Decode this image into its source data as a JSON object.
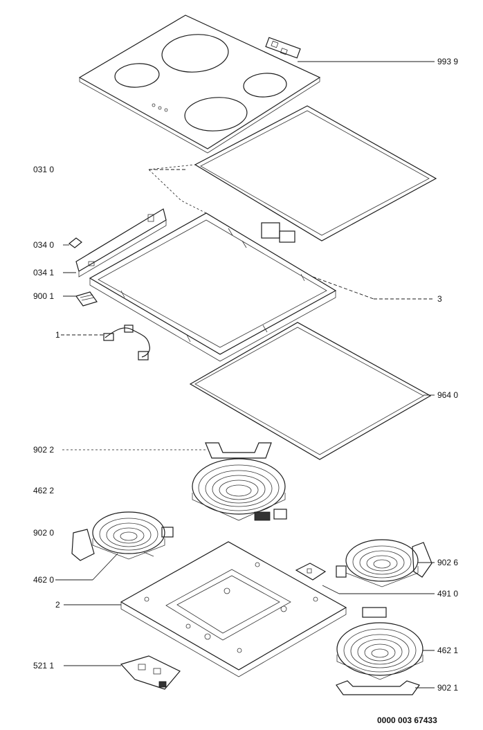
{
  "labels": {
    "l9939": "993 9",
    "l0310": "031 0",
    "l0340": "034 0",
    "l0341": "034 1",
    "l9001": "900 1",
    "l3": "3",
    "l1": "1",
    "l9640": "964 0",
    "l9022": "902 2",
    "l4622": "462 2",
    "l9020": "902 0",
    "l9026": "902 6",
    "l4620": "462 0",
    "l4910": "491 0",
    "l2": "2",
    "l4621": "462 1",
    "l5211": "521 1",
    "l9021": "902 1"
  },
  "document_number": "0000 003 67433"
}
